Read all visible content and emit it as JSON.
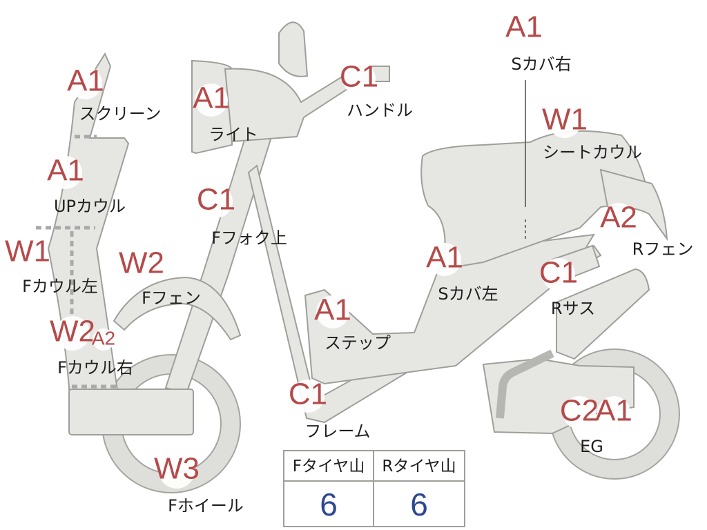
{
  "parts": [
    {
      "id": "screen",
      "name": "スクリーン",
      "grade": "A1"
    },
    {
      "id": "up-cowl",
      "name": "UPカウル",
      "grade": "A1"
    },
    {
      "id": "f-cowl-left",
      "name": "Fカウル左",
      "grade": "W1"
    },
    {
      "id": "f-cowl-right",
      "name": "Fカウル右",
      "grade": "W2",
      "grade2": "A2"
    },
    {
      "id": "light",
      "name": "ライト",
      "grade": "A1"
    },
    {
      "id": "handle",
      "name": "ハンドル",
      "grade": "C1"
    },
    {
      "id": "f-fork-upper",
      "name": "Fフォク上",
      "grade": "C1"
    },
    {
      "id": "f-fender",
      "name": "Fフェン",
      "grade": "W2"
    },
    {
      "id": "f-wheel",
      "name": "Fホイール",
      "grade": "W3"
    },
    {
      "id": "step",
      "name": "ステップ",
      "grade": "A1"
    },
    {
      "id": "frame",
      "name": "フレーム",
      "grade": "C1"
    },
    {
      "id": "s-cover-left",
      "name": "Sカバ左",
      "grade": "A1"
    },
    {
      "id": "s-cover-right",
      "name": "Sカバ右",
      "grade": "A1"
    },
    {
      "id": "seat-cowl",
      "name": "シートカウル",
      "grade": "W1"
    },
    {
      "id": "r-fender",
      "name": "Rフェン",
      "grade": "A2"
    },
    {
      "id": "r-suspension",
      "name": "Rサス",
      "grade": "C1"
    },
    {
      "id": "engine",
      "name": "EG",
      "grade": "C2",
      "grade2": "A1"
    }
  ],
  "tire_table": {
    "front_header": "Fタイヤ山",
    "rear_header": "Rタイヤ山",
    "front_value": "6",
    "rear_value": "6"
  },
  "colors": {
    "grade_text": "#b54a4a",
    "part_fill": "#e6e6e3",
    "part_outline": "#9e9e9a",
    "tire_value": "#2d4790"
  }
}
